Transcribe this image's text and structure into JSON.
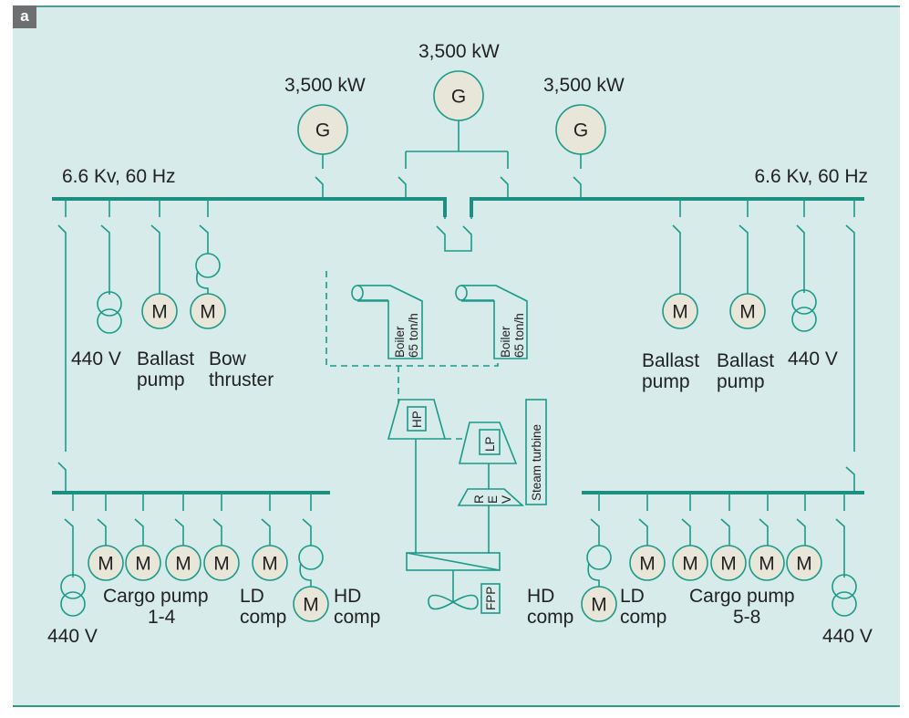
{
  "figure_label": "a",
  "generators": [
    {
      "symbol": "G",
      "rating": "3,500 kW",
      "position": "left"
    },
    {
      "symbol": "G",
      "rating": "3,500 kW",
      "position": "center"
    },
    {
      "symbol": "G",
      "rating": "3,500 kW",
      "position": "right"
    }
  ],
  "main_bus": {
    "left_label": "6.6 Kv, 60 Hz",
    "right_label": "6.6 Kv, 60 Hz"
  },
  "upper_left_loads": [
    {
      "type": "transformer",
      "label_line1": "440 V",
      "label_line2": ""
    },
    {
      "type": "motor",
      "symbol": "M",
      "label_line1": "Ballast",
      "label_line2": "pump"
    },
    {
      "type": "motor-with-converter",
      "symbol": "M",
      "label_line1": "Bow",
      "label_line2": "thruster"
    }
  ],
  "upper_right_loads": [
    {
      "type": "motor",
      "symbol": "M",
      "label_line1": "Ballast",
      "label_line2": "pump"
    },
    {
      "type": "motor",
      "symbol": "M",
      "label_line1": "Ballast",
      "label_line2": "pump"
    },
    {
      "type": "transformer",
      "label_line1": "440 V",
      "label_line2": ""
    }
  ],
  "steam_plant": {
    "boilers": [
      {
        "line1": "Boiler",
        "line2": "65 ton/h"
      },
      {
        "line1": "Boiler",
        "line2": "65 ton/h"
      }
    ],
    "hp_turbine": "HP",
    "lp_turbine": "LP",
    "reverse_gear": "R E V",
    "steam_turbine_label": "Steam turbine",
    "propeller": "FPP"
  },
  "lower_left_loads": {
    "transformer_label": "440 V",
    "motor_symbol": "M",
    "cargo_pump_label": "Cargo pump",
    "cargo_pump_range": "1-4",
    "ld_comp": {
      "line1": "LD",
      "line2": "comp"
    },
    "hd_comp": {
      "line1": "HD",
      "line2": "comp"
    }
  },
  "lower_right_loads": {
    "transformer_label": "440 V",
    "motor_symbol": "M",
    "cargo_pump_label": "Cargo pump",
    "cargo_pump_range": "5-8",
    "ld_comp": {
      "line1": "LD",
      "line2": "comp"
    },
    "hd_comp": {
      "line1": "HD",
      "line2": "comp"
    }
  },
  "colors": {
    "panel": "#d6ebea",
    "line": "#1b9a8a",
    "machine_fill": "#e8e6d8",
    "badge": "#6d6f70"
  }
}
